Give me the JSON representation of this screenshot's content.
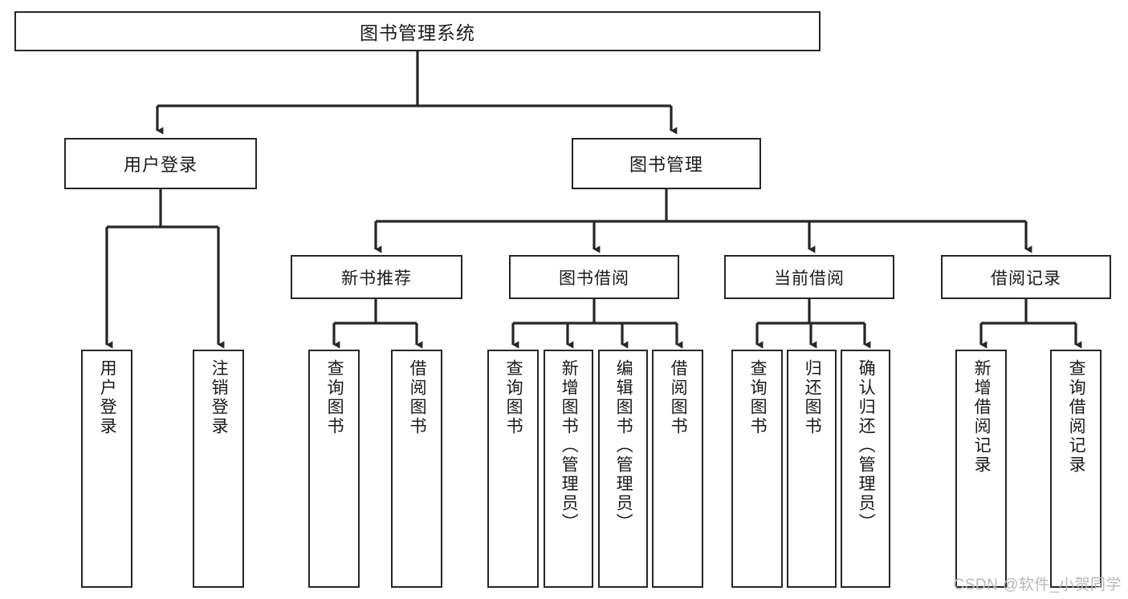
{
  "diagram": {
    "title": "图书管理系统",
    "type": "tree-hierarchy-diagram",
    "colors": {
      "box_border": "#262626",
      "box_fill": "#ffffff",
      "connector": "#262626",
      "text": "#1a1a1a",
      "watermark": "#b9b9b9",
      "background": "#ffffff"
    },
    "root": {
      "label": "图书管理系统"
    },
    "level1": [
      {
        "label": "用户登录"
      },
      {
        "label": "图书管理"
      }
    ],
    "level2": [
      {
        "label": "新书推荐"
      },
      {
        "label": "图书借阅"
      },
      {
        "label": "当前借阅"
      },
      {
        "label": "借阅记录"
      }
    ],
    "leaves": {
      "user_login": [
        {
          "label": "用户登录"
        },
        {
          "label": "注销登录"
        }
      ],
      "new_book_recommend": [
        {
          "label": "查询图书"
        },
        {
          "label": "借阅图书"
        }
      ],
      "book_borrow": [
        {
          "label": "查询图书"
        },
        {
          "label": "新增图书（管理员）"
        },
        {
          "label": "编辑图书（管理员）"
        },
        {
          "label": "借阅图书"
        }
      ],
      "current_borrow": [
        {
          "label": "查询图书"
        },
        {
          "label": "归还图书"
        },
        {
          "label": "确认归还（管理员）"
        }
      ],
      "borrow_record": [
        {
          "label": "新增借阅记录"
        },
        {
          "label": "查询借阅记录"
        }
      ]
    }
  },
  "watermark": {
    "text": "CSDN @软件_小贺同学"
  }
}
